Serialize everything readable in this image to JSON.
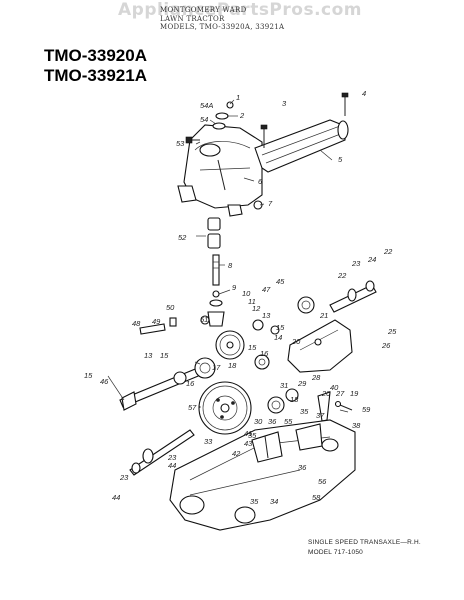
{
  "watermark": "AppliancePartsPros.com",
  "header": {
    "line1": "MONTGOMERY WARD",
    "line2": "LAWN TRACTOR",
    "line3": "MODELS, TMO-33920A, 33921A"
  },
  "models": {
    "model1": "TMO-33920A",
    "model2": "TMO-33921A"
  },
  "caption": {
    "line1": "SINGLE SPEED TRANSAXLE—R.H.",
    "line2": "MODEL 717-1050"
  },
  "callouts": [
    "1",
    "2",
    "3",
    "4",
    "5",
    "6",
    "7",
    "8",
    "9",
    "10",
    "11",
    "12",
    "13",
    "14",
    "15",
    "16",
    "17",
    "18",
    "19",
    "20",
    "21",
    "22",
    "23",
    "24",
    "25",
    "26",
    "27",
    "28",
    "29",
    "30",
    "31",
    "33",
    "34",
    "35",
    "36",
    "37",
    "38",
    "40",
    "41",
    "42",
    "43",
    "44",
    "45",
    "46",
    "47",
    "48",
    "49",
    "50",
    "51",
    "52",
    "53",
    "54",
    "54A",
    "55",
    "56",
    "57",
    "58",
    "59"
  ]
}
